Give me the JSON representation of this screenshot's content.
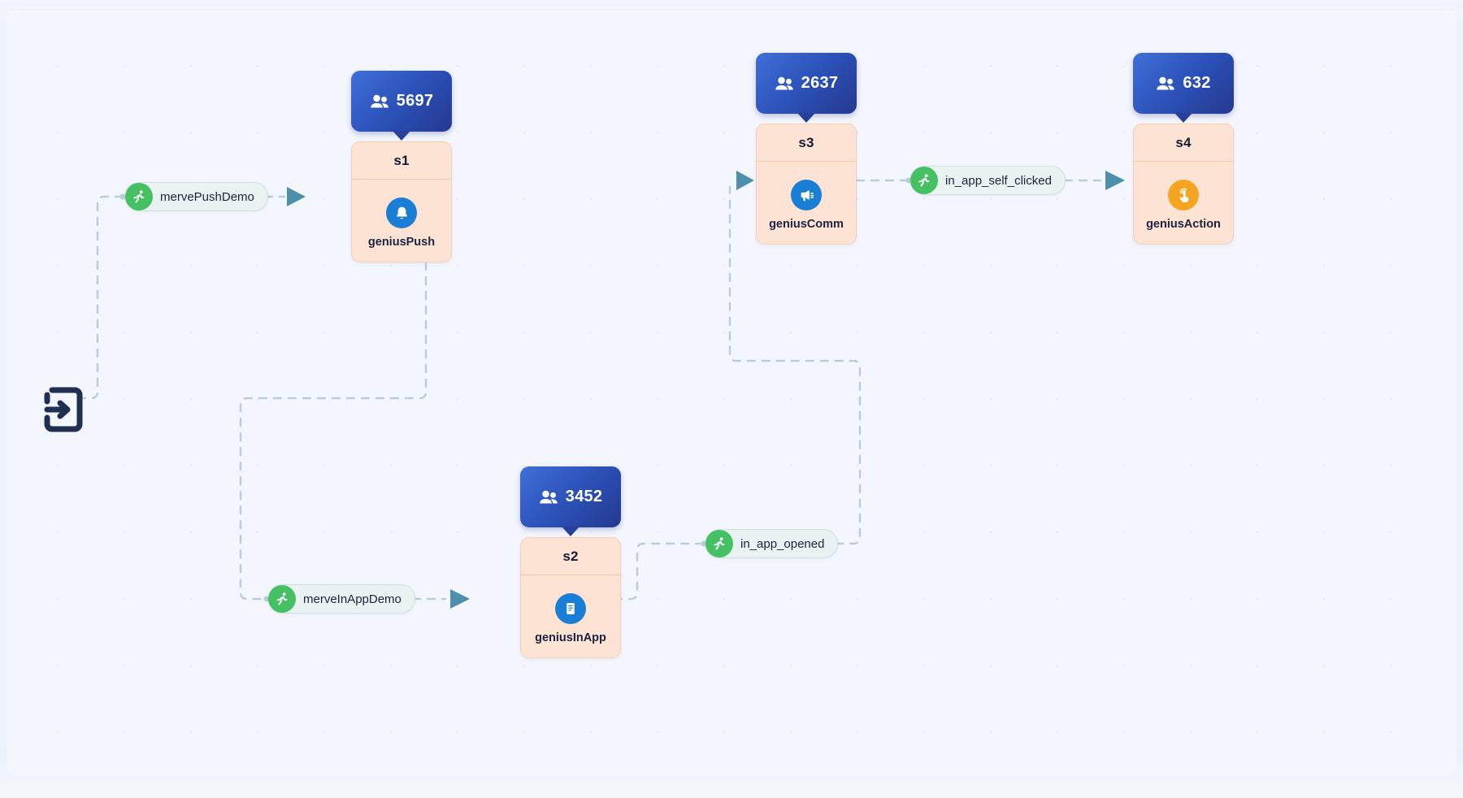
{
  "canvas": {
    "background_color": "#f3f6fd",
    "grid": "dotted"
  },
  "entry": {
    "icon": "enter-door-icon",
    "color": "#1f3050"
  },
  "colors": {
    "node_fill": "#fde3d3",
    "node_border": "#f8cdb1",
    "badge_blue": "#2a4fb5",
    "pill_green": "#45c163",
    "edge": "#b9ccd8",
    "arrow": "#4e90ab",
    "icon_blue": "#1a7fd4",
    "icon_orange": "#f4a622"
  },
  "nodes": [
    {
      "id": "s1",
      "title": "s1",
      "channel": "geniusPush",
      "icon": "bell-icon",
      "icon_color": "#1a7fd4",
      "badge": {
        "icon": "users-icon",
        "count": "5697"
      }
    },
    {
      "id": "s2",
      "title": "s2",
      "channel": "geniusInApp",
      "icon": "document-icon",
      "icon_color": "#1a7fd4",
      "badge": {
        "icon": "users-icon",
        "count": "3452"
      }
    },
    {
      "id": "s3",
      "title": "s3",
      "channel": "geniusComm",
      "icon": "megaphone-icon",
      "icon_color": "#1a7fd4",
      "badge": {
        "icon": "users-icon",
        "count": "2637"
      }
    },
    {
      "id": "s4",
      "title": "s4",
      "channel": "geniusAction",
      "icon": "tap-click-icon",
      "icon_color": "#f4a622",
      "badge": {
        "icon": "users-icon",
        "count": "632"
      }
    }
  ],
  "events": [
    {
      "id": "e1",
      "label": "mervePushDemo",
      "icon": "runner-icon"
    },
    {
      "id": "e2",
      "label": "merveInAppDemo",
      "icon": "runner-icon"
    },
    {
      "id": "e3",
      "label": "in_app_opened",
      "icon": "runner-icon"
    },
    {
      "id": "e4",
      "label": "in_app_self_clicked",
      "icon": "runner-icon"
    }
  ],
  "edges": [
    {
      "from": "entry",
      "to": "mervePushDemo"
    },
    {
      "from": "mervePushDemo",
      "to": "s1"
    },
    {
      "from": "s1",
      "to": "merveInAppDemo"
    },
    {
      "from": "merveInAppDemo",
      "to": "s2"
    },
    {
      "from": "s2",
      "to": "in_app_opened"
    },
    {
      "from": "in_app_opened",
      "to": "s3"
    },
    {
      "from": "s3",
      "to": "in_app_self_clicked"
    },
    {
      "from": "in_app_self_clicked",
      "to": "s4"
    }
  ]
}
